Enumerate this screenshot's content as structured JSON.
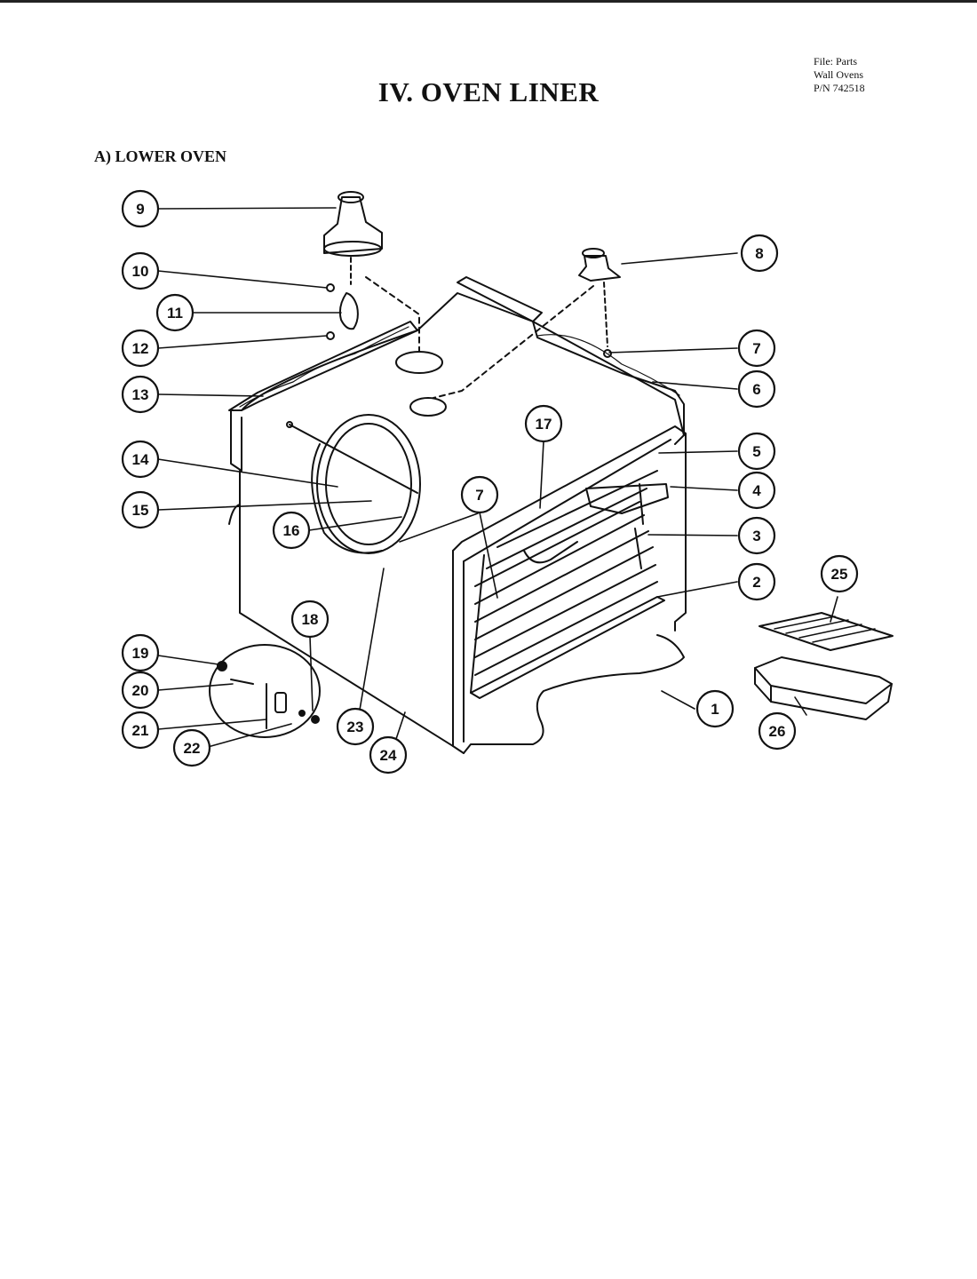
{
  "document": {
    "file_info": [
      "File: Parts",
      "Wall Ovens",
      "P/N 742518"
    ],
    "title": "IV. OVEN LINER",
    "section": "A) LOWER OVEN"
  },
  "callouts": [
    "1",
    "2",
    "3",
    "4",
    "5",
    "6",
    "7",
    "8",
    "9",
    "10",
    "11",
    "12",
    "13",
    "14",
    "15",
    "16",
    "17",
    "7",
    "18",
    "19",
    "20",
    "21",
    "22",
    "23",
    "24",
    "25",
    "26"
  ]
}
